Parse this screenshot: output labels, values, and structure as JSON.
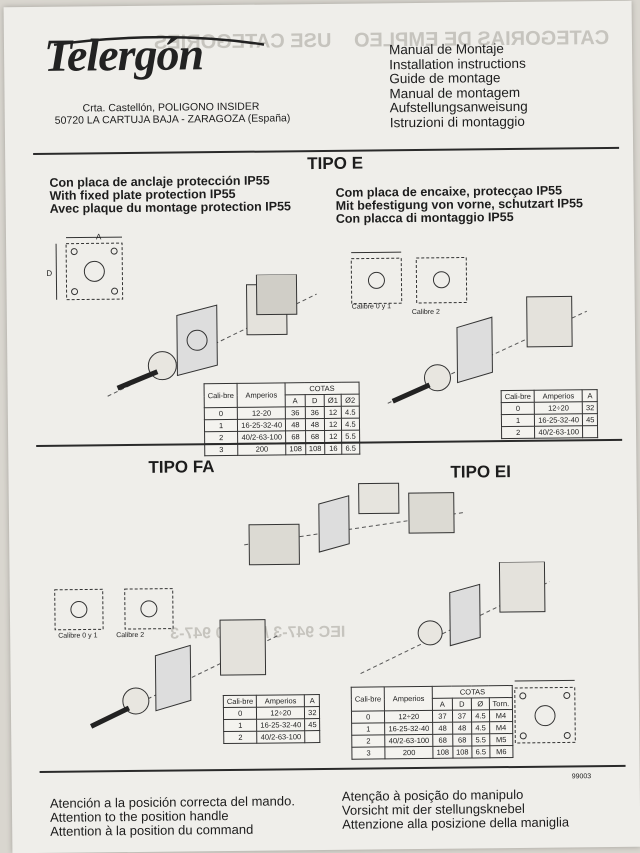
{
  "header": {
    "logo": "Telergón",
    "address_line1": "Crta. Castellón, POLIGONO INSIDER",
    "address_line2": "50720 LA CARTUJA BAJA - ZARAGOZA (España)",
    "manual_titles": [
      "Manual de Montaje",
      "Installation instructions",
      "Guide de montage",
      "Manual de montagem",
      "Aufstellungsanweisung",
      "Istruzioni di montaggio"
    ]
  },
  "tipo_e": {
    "title": "TIPO E",
    "left_text": [
      "Con placa de anclaje protección IP55",
      "With fixed plate protection IP55",
      "Avec plaque du montage protection IP55"
    ],
    "right_text": [
      "Com placa de encaixe, protecçao IP55",
      "Mit befestigung von vorne, schutzart IP55",
      "Con placca di montaggio IP55"
    ],
    "labels": {
      "a": "A",
      "d": "D",
      "calibre01": "Calibre 0 y 1",
      "calibre2": "Calibre 2"
    },
    "table_left": {
      "headers": [
        "Cali-bre",
        "Amperios",
        "COTAS"
      ],
      "subheaders": [
        "A",
        "D",
        "Ø1",
        "Ø2"
      ],
      "rows": [
        [
          "0",
          "12-20",
          "36",
          "36",
          "12",
          "4.5"
        ],
        [
          "1",
          "16-25-32-40",
          "48",
          "48",
          "12",
          "4.5"
        ],
        [
          "2",
          "40/2-63-100",
          "68",
          "68",
          "12",
          "5.5"
        ],
        [
          "3",
          "200",
          "108",
          "108",
          "16",
          "6.5"
        ]
      ]
    },
    "table_right": {
      "headers": [
        "Cali-bre",
        "Amperios",
        "A"
      ],
      "rows": [
        [
          "0",
          "12÷20",
          "32"
        ],
        [
          "1",
          "16-25-32-40",
          "45"
        ],
        [
          "2",
          "40/2-63-100",
          ""
        ]
      ]
    }
  },
  "tipo_fa": {
    "title": "TIPO FA",
    "labels": {
      "calibre01": "Calibre 0 y 1",
      "calibre2": "Calibre 2"
    },
    "table": {
      "headers": [
        "Cali-bre",
        "Amperios",
        "A"
      ],
      "rows": [
        [
          "0",
          "12÷20",
          "32"
        ],
        [
          "1",
          "16-25-32-40",
          "45"
        ],
        [
          "2",
          "40/2-63-100",
          ""
        ]
      ]
    }
  },
  "tipo_ei": {
    "title": "TIPO EI",
    "table": {
      "headers": [
        "Cali-bre",
        "Amperios",
        "COTAS"
      ],
      "subheaders": [
        "A",
        "D",
        "Ø",
        "Torn."
      ],
      "rows": [
        [
          "0",
          "12÷20",
          "37",
          "37",
          "4.5",
          "M4"
        ],
        [
          "1",
          "16-25-32-40",
          "48",
          "48",
          "4.5",
          "M4"
        ],
        [
          "2",
          "40/2-63-100",
          "68",
          "68",
          "5.5",
          "M5"
        ],
        [
          "3",
          "200",
          "108",
          "108",
          "6.5",
          "M6"
        ]
      ]
    }
  },
  "doc_code": "99003",
  "footer": {
    "left": [
      "Atención a la posición correcta del mando.",
      "Attention to the position handle",
      "Attention à la position du command"
    ],
    "right": [
      "Atenção à posição do manipulo",
      "Vorsicht mit der stellungsknebel",
      "Attenzione alla posizione della maniglia"
    ]
  }
}
